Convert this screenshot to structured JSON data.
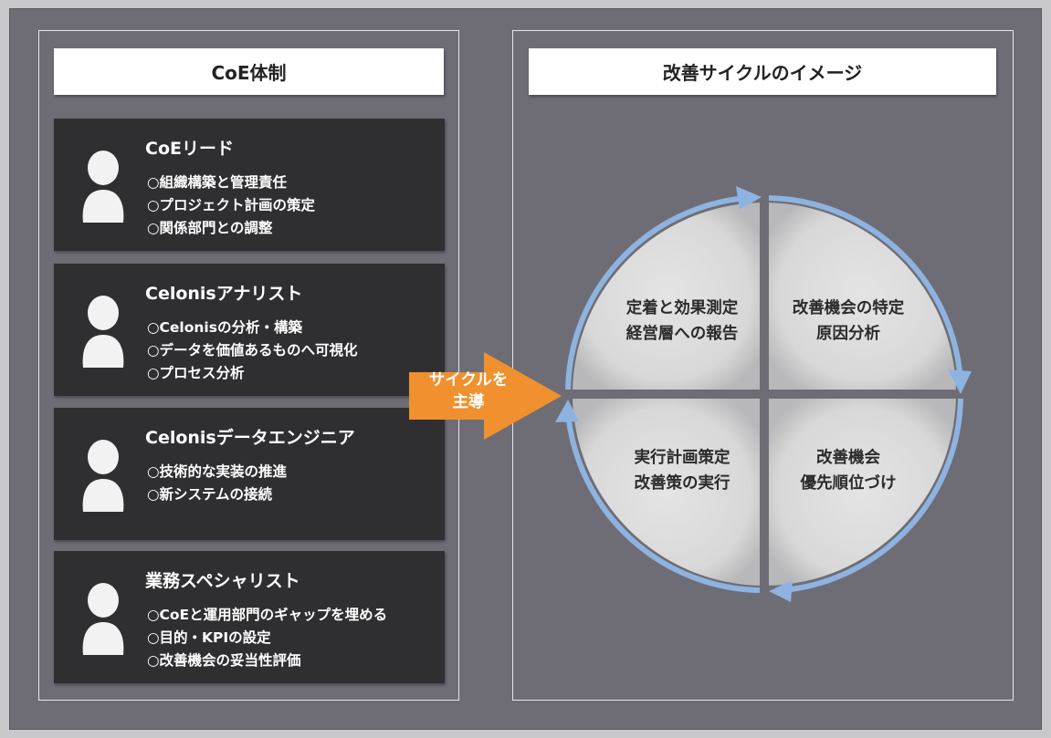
{
  "left_panel": {
    "header": "CoE体制",
    "cards": [
      {
        "title": "CoEリード",
        "items": [
          "○組織構築と管理責任",
          "○プロジェクト計画の策定",
          "○関係部門との調整"
        ]
      },
      {
        "title": "Celonisアナリスト",
        "items": [
          "○Celonisの分析・構築",
          "○データを価値あるものへ可視化",
          "○プロセス分析"
        ]
      },
      {
        "title": "Celonisデータエンジニア",
        "items": [
          "○技術的な実装の推進",
          "○新システムの接続"
        ]
      },
      {
        "title": "業務スペシャリスト",
        "items": [
          "○CoEと運用部門のギャップを埋める",
          "○目的・KPIの設定",
          "○改善機会の妥当性評価"
        ]
      }
    ]
  },
  "arrow": {
    "line1": "サイクルを",
    "line2": "主導",
    "color": "#f0902e"
  },
  "right_panel": {
    "header": "改善サイクルのイメージ",
    "quadrants": {
      "top_left": [
        "定着と効果測定",
        "経営層への報告"
      ],
      "top_right": [
        "改善機会の特定",
        "原因分析"
      ],
      "bottom_left": [
        "実行計画策定",
        "改善策の実行"
      ],
      "bottom_right": [
        "改善機会",
        "優先順位づけ"
      ]
    },
    "cycle_arrow_color": "#8fb3e0"
  },
  "colors": {
    "background": "#6e6d75",
    "card": "#2f2f31",
    "quadrant": "#dcdcdc"
  }
}
